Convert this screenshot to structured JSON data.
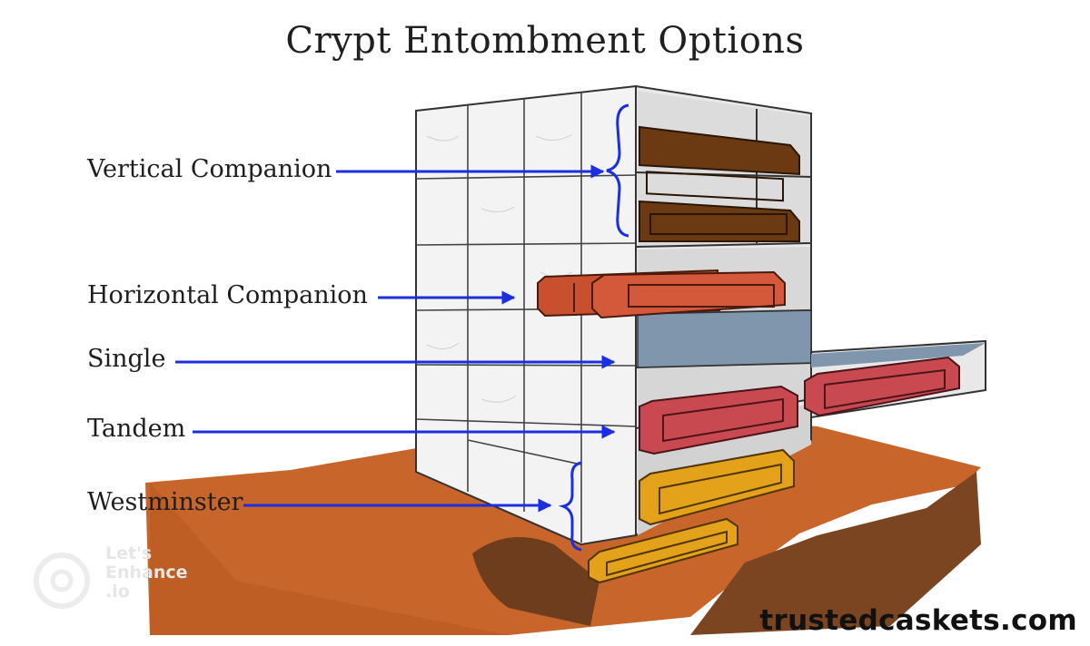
{
  "title": "Crypt Entombment Options",
  "labels": {
    "vertical": "Vertical Companion",
    "horizontal": "Horizontal Companion",
    "single": "Single",
    "tandem": "Tandem",
    "westminster": "Westminster"
  },
  "credit": "trustedcaskets.com",
  "watermark": "Let's\nEnhance\n.io",
  "colors": {
    "arrow": "#1b2ee0",
    "ground": "#c8652a",
    "dark_casket": "#6b3a12",
    "red_casket": "#c9502f",
    "pink_casket": "#c84a50",
    "gold_casket": "#e3a21a",
    "single_panel": "#7f96ad"
  }
}
